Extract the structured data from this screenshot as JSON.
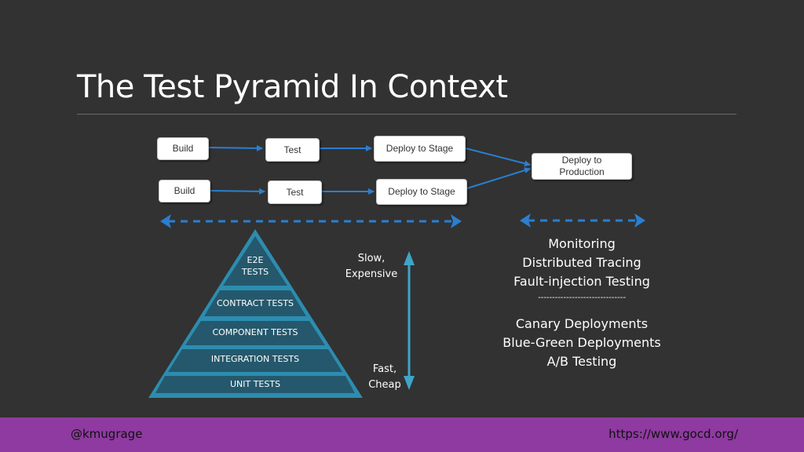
{
  "title": "The Test Pyramid In Context",
  "pipeline": {
    "row1": [
      "Build",
      "Test",
      "Deploy to Stage"
    ],
    "row2": [
      "Build",
      "Test",
      "Deploy to Stage"
    ],
    "production": "Deploy to Production"
  },
  "pyramid": {
    "levels": [
      "E2E TESTS",
      "CONTRACT TESTS",
      "COMPONENT TESTS",
      "INTEGRATION TESTS",
      "UNIT TESTS"
    ]
  },
  "axis": {
    "top": "Slow, Expensive",
    "bottom": "Fast, Cheap"
  },
  "right_list": {
    "group1": [
      "Monitoring",
      "Distributed Tracing",
      "Fault-injection Testing"
    ],
    "separator": "-------------------------------",
    "group2": [
      "Canary Deployments",
      "Blue-Green Deployments",
      "A/B Testing"
    ]
  },
  "footer": {
    "handle": "@kmugrage",
    "url": "https://www.gocd.org/"
  },
  "colors": {
    "background": "#323232",
    "footer": "#8e3aa0",
    "arrow": "#2a7fd0",
    "pyramid_edge": "#2c8db0",
    "pyramid_fill": "#25586c",
    "vertical_arrow": "#3fa4c8"
  }
}
